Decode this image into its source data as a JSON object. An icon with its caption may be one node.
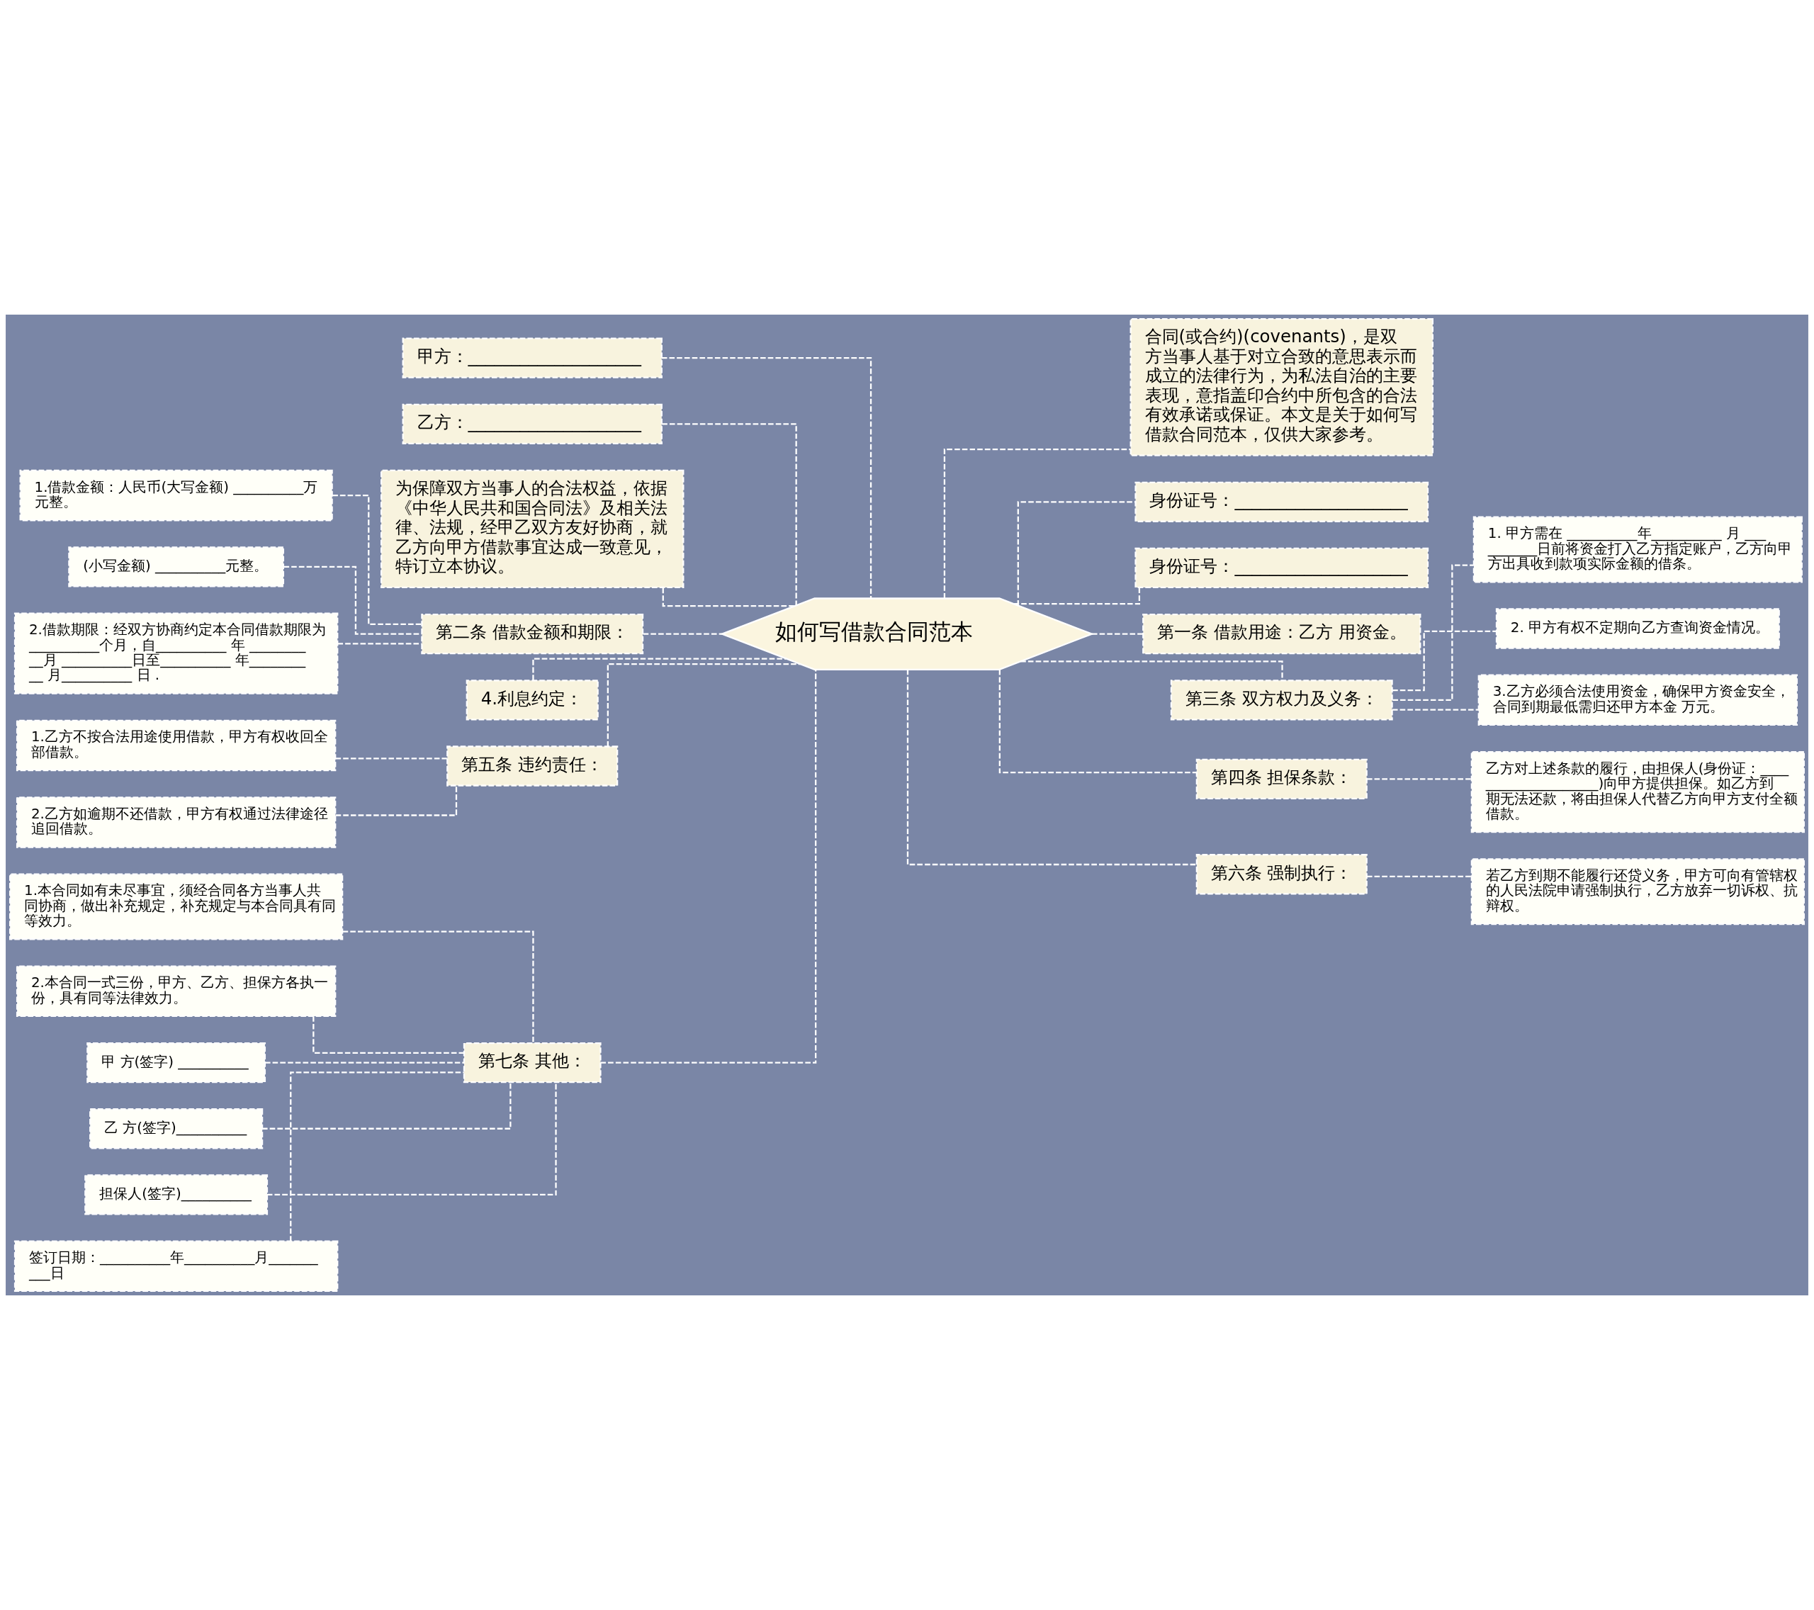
{
  "diagram": {
    "nodes": [
      {
        "text": [
          "如何写借款合同范本"
        ]
      },
      {
        "text": [
          "甲方：____________________"
        ]
      },
      {
        "text": [
          "乙方：____________________"
        ]
      },
      {
        "text": [
          "为保障双方当事人的合法权益，依据《中华人民共和国合同法》及相关法律、法规，经甲乙双方友好协商，就乙方向甲方借款事宜达成一致意见，特订立本协议。"
        ]
      },
      {
        "text": [
          "第二条 借款金额和期限："
        ]
      },
      {
        "text": [
          "1.借款金额：人民币(大写金额) __________万元整。"
        ]
      },
      {
        "text": [
          "(小写金额) __________元整。"
        ]
      },
      {
        "text": [
          "2.借款期限：经双方协商约定本合同借款期限为 __________个月，自__________ 年 __________月 __________日至__________ 年__________ 月__________ 日 ."
        ]
      },
      {
        "text": [
          "4.利息约定："
        ]
      },
      {
        "text": [
          "第五条 违约责任："
        ]
      },
      {
        "text": [
          "1.乙方不按合法用途使用借款，甲方有权收回全部借款。"
        ]
      },
      {
        "text": [
          "2.乙方如逾期不还借款，甲方有权通过法律途径追回借款。"
        ]
      },
      {
        "text": [
          "第七条 其他："
        ]
      },
      {
        "text": [
          "1.本合同如有未尽事宜，须经合同各方当事人共同协商，做出补充规定，补充规定与本合同具有同等效力。"
        ]
      },
      {
        "text": [
          "2.本合同一式三份，甲方、乙方、担保方各执一份，具有同等法律效力。"
        ]
      },
      {
        "text": [
          "甲 方(签字) __________"
        ]
      },
      {
        "text": [
          "乙 方(签字)__________"
        ]
      },
      {
        "text": [
          "担保人(签字)__________"
        ]
      },
      {
        "text": [
          "签订日期：__________年__________月__________日"
        ]
      },
      {
        "text": [
          "合同(或合约)(covenants)，是双方当事人基于对立合致的意思表示而成立的法律行为，为私法自治的主要表现，意指盖印合约中所包含的合法有效承诺或保证。本文是关于如何写借款合同范本，仅供大家参考。"
        ]
      },
      {
        "text": [
          "身份证号：____________________"
        ]
      },
      {
        "text": [
          "身份证号：____________________"
        ]
      },
      {
        "text": [
          "第一条 借款用途：乙方 用资金。"
        ]
      },
      {
        "text": [
          "第三条 双方权力及义务："
        ]
      },
      {
        "text": [
          "1. 甲方需在 __________年__________ 月 __________日前将资金打入乙方指定账户，乙方向甲方出具收到款项实际金额的借条。"
        ]
      },
      {
        "text": [
          "2. 甲方有权不定期向乙方查询资金情况。"
        ]
      },
      {
        "text": [
          "3.乙方必须合法使用资金，确保甲方资金安全，合同到期最低需归还甲方本金 万元。"
        ]
      },
      {
        "text": [
          "第四条 担保条款："
        ]
      },
      {
        "text": [
          "乙方对上述条款的履行，由担保人(身份证：____________________)向甲方提供担保。如乙方到期无法还款，将由担保人代替乙方向甲方支付全额借款。"
        ]
      },
      {
        "text": [
          "第六条 强制执行："
        ]
      },
      {
        "text": [
          "若乙方到期不能履行还贷义务，甲方可向有管辖权的人民法院申请强制执行，乙方放弃一切诉权、抗辩权。"
        ]
      }
    ],
    "edges": [
      {
        "from": 0,
        "to": 1,
        "arrow": "none",
        "style": "dashed"
      },
      {
        "from": 0,
        "to": 2,
        "arrow": "none",
        "style": "dashed"
      },
      {
        "from": 0,
        "to": 3,
        "arrow": "none",
        "style": "dashed"
      },
      {
        "from": 0,
        "to": 4,
        "arrow": "none",
        "style": "dashed"
      },
      {
        "from": 4,
        "to": 5,
        "arrow": "none",
        "style": "dashed"
      },
      {
        "from": 4,
        "to": 6,
        "arrow": "none",
        "style": "dashed"
      },
      {
        "from": 4,
        "to": 7,
        "arrow": "none",
        "style": "dashed"
      },
      {
        "from": 0,
        "to": 8,
        "arrow": "none",
        "style": "dashed"
      },
      {
        "from": 0,
        "to": 9,
        "arrow": "none",
        "style": "dashed"
      },
      {
        "from": 9,
        "to": 10,
        "arrow": "none",
        "style": "dashed"
      },
      {
        "from": 9,
        "to": 11,
        "arrow": "none",
        "style": "dashed"
      },
      {
        "from": 0,
        "to": 12,
        "arrow": "none",
        "style": "dashed"
      },
      {
        "from": 12,
        "to": 13,
        "arrow": "none",
        "style": "dashed"
      },
      {
        "from": 12,
        "to": 14,
        "arrow": "none",
        "style": "dashed"
      },
      {
        "from": 12,
        "to": 15,
        "arrow": "none",
        "style": "dashed"
      },
      {
        "from": 12,
        "to": 16,
        "arrow": "none",
        "style": "dashed"
      },
      {
        "from": 12,
        "to": 17,
        "arrow": "none",
        "style": "dashed"
      },
      {
        "from": 12,
        "to": 18,
        "arrow": "none",
        "style": "dashed"
      },
      {
        "from": 0,
        "to": 19,
        "arrow": "none",
        "style": "dashed"
      },
      {
        "from": 0,
        "to": 20,
        "arrow": "none",
        "style": "dashed"
      },
      {
        "from": 0,
        "to": 21,
        "arrow": "none",
        "style": "dashed"
      },
      {
        "from": 0,
        "to": 22,
        "arrow": "none",
        "style": "dashed"
      },
      {
        "from": 0,
        "to": 23,
        "arrow": "none",
        "style": "dashed"
      },
      {
        "from": 23,
        "to": 24,
        "arrow": "none",
        "style": "dashed"
      },
      {
        "from": 23,
        "to": 25,
        "arrow": "none",
        "style": "dashed"
      },
      {
        "from": 23,
        "to": 26,
        "arrow": "none",
        "style": "dashed"
      },
      {
        "from": 0,
        "to": 27,
        "arrow": "none",
        "style": "dashed"
      },
      {
        "from": 27,
        "to": 28,
        "arrow": "none",
        "style": "dashed"
      },
      {
        "from": 0,
        "to": 29,
        "arrow": "none",
        "style": "dashed"
      },
      {
        "from": 29,
        "to": 30,
        "arrow": "none",
        "style": "dashed"
      }
    ]
  }
}
